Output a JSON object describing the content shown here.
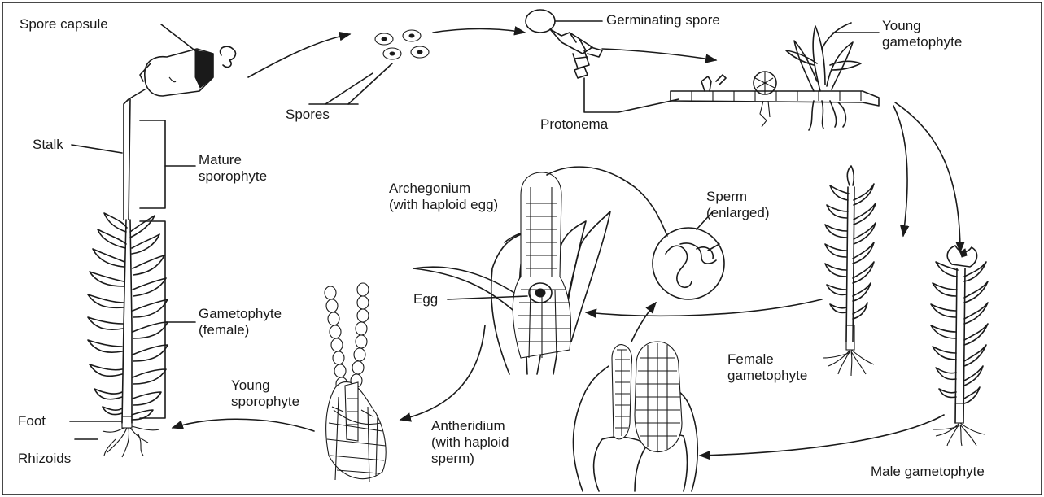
{
  "labels": {
    "spore_capsule": "Spore capsule",
    "spores": "Spores",
    "germinating_spore": "Germinating spore",
    "protonema": "Protonema",
    "young_gametophyte": "Young\ngametophyte",
    "stalk": "Stalk",
    "mature_sporophyte": "Mature\nsporophyte",
    "archegonium": "Archegonium\n(with haploid egg)",
    "sperm_enlarged": "Sperm\n(enlarged)",
    "egg": "Egg",
    "gametophyte_female": "Gametophyte\n(female)",
    "female_gametophyte": "Female\ngametophyte",
    "young_sporophyte": "Young\nsporophyte",
    "antheridium": "Antheridium\n(with haploid\nsperm)",
    "foot": "Foot",
    "rhizoids": "Rhizoids",
    "male_gametophyte": "Male gametophyte"
  },
  "colors": {
    "ink": "#1a1a1a",
    "paper": "#ffffff"
  }
}
